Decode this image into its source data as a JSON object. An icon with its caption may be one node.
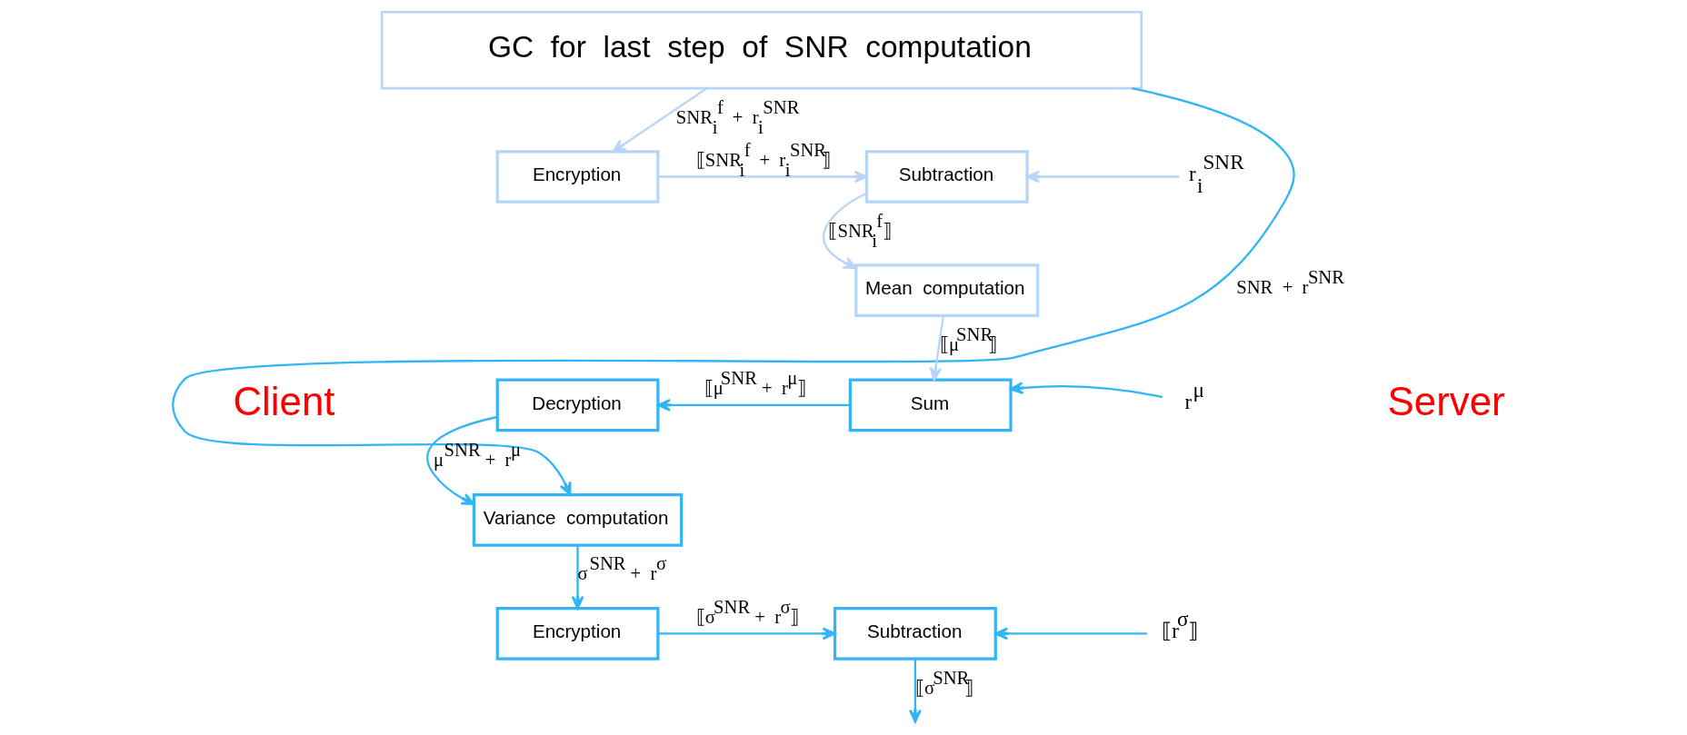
{
  "diagram": {
    "nodes": [
      {
        "text": [
          "GC for last step of SNR computation"
        ]
      },
      {
        "text": [
          "Encryption"
        ]
      },
      {
        "text": [
          "Subtraction"
        ]
      },
      {
        "text": [
          "Mean computation"
        ]
      },
      {
        "text": [
          "Sum"
        ]
      },
      {
        "text": [
          "Decryption"
        ]
      },
      {
        "text": [
          "Variance computation"
        ]
      },
      {
        "text": [
          "Encryption"
        ]
      },
      {
        "text": [
          "Subtraction"
        ]
      },
      {
        "text": [
          "r$_{i}$$^{SNR}$"
        ]
      },
      {
        "text": [
          "r$^{μ}$"
        ]
      },
      {
        "text": [
          "⟦r$^{σ}$⟧"
        ]
      }
    ],
    "edges": [
      {
        "from": 0,
        "to": 1,
        "arrow": "to",
        "label": "SNR$_{i}$$^{f}$ + r$_{i}$$^{SNR}$",
        "color": "#b7d5f7"
      },
      {
        "from": 0,
        "to": 6,
        "arrow": "to",
        "label": "SNR + r$^{SNR}$"
      },
      {
        "from": 1,
        "to": 2,
        "arrow": "to",
        "label": "⟦SNR$_{i}$$^{f}$ + r$_{i}$$^{SNR}$⟧",
        "color": "#b7d5f7"
      },
      {
        "from": 9,
        "to": 2,
        "arrow": "to",
        "color": "#b7d5f7"
      },
      {
        "from": 2,
        "to": 3,
        "arrow": "to",
        "label": "⟦SNR$_{i}$$^{f}$⟧",
        "color": "#b7d5f7"
      },
      {
        "from": 3,
        "to": 4,
        "arrow": "to",
        "label": "⟦μ$^{SNR}$⟧",
        "color": "#b7d5f7"
      },
      {
        "from": 10,
        "to": 4,
        "arrow": "to"
      },
      {
        "from": 4,
        "to": 5,
        "arrow": "to",
        "label": "⟦μ$^{SNR}$ + r$^{μ}$⟧"
      },
      {
        "from": 5,
        "to": 6,
        "arrow": "to",
        "label": "μ$^{SNR}$ + r$^{μ}$"
      },
      {
        "from": 6,
        "to": 7,
        "arrow": "to",
        "label": "σ$^{SNR}$ + r$^{σ}$"
      },
      {
        "from": 7,
        "to": 8,
        "arrow": "to",
        "label": "⟦σ$^{SNR}$ + r$^{σ}$⟧"
      },
      {
        "from": 11,
        "to": 8,
        "arrow": "to"
      },
      {
        "from": 8,
        "to": null,
        "arrow": "to",
        "label": "⟦σ$^{SNR}$⟧"
      }
    ],
    "labels": [
      "Client",
      "Server"
    ]
  }
}
